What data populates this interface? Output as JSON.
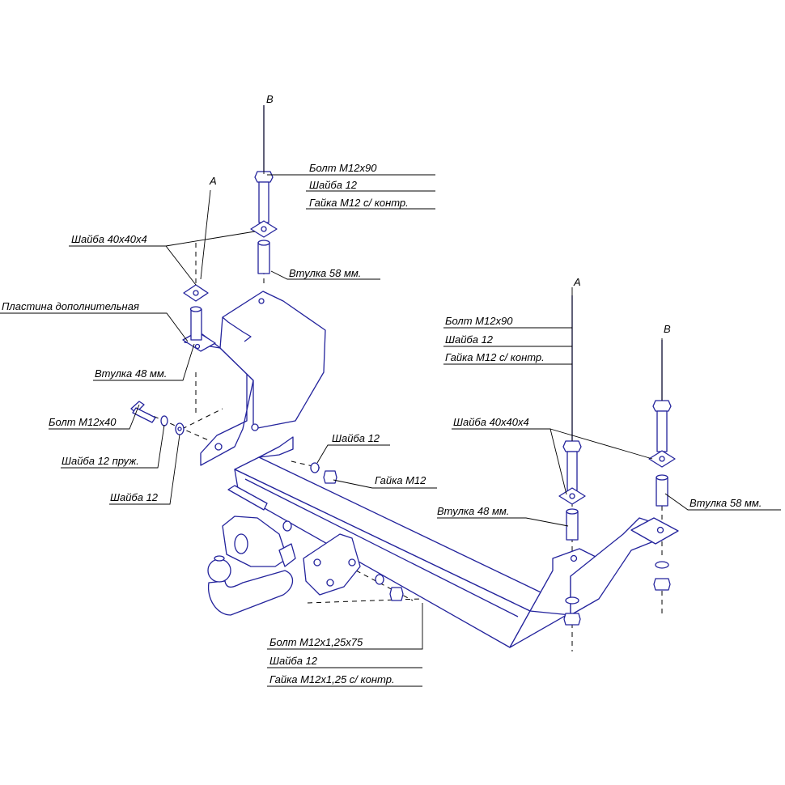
{
  "labels": {
    "b_top": "B",
    "a_left": "A",
    "bolt_m12x90_1": "Болт М12х90",
    "washer_12_1": "Шайба 12",
    "nut_m12_1": "Гайка М12 с/ контр.",
    "washer_40_1": "Шайба 40х40х4",
    "sleeve_58_1": "Втулка 58 мм.",
    "plate_extra": "Пластина дополнительная",
    "sleeve_48_1": "Втулка 48 мм.",
    "bolt_m12x40": "Болт М12х40",
    "washer_12_spring": "Шайба 12 пруж.",
    "washer_12_2": "Шайба 12",
    "washer_12_3": "Шайба 12",
    "nut_m12": "Гайка М12",
    "a_right": "A",
    "bolt_m12x90_2": "Болт М12х90",
    "washer_12_4": "Шайба 12",
    "nut_m12_2": "Гайка М12 с/ контр.",
    "b_right": "B",
    "washer_40_2": "Шайба 40х40х4",
    "sleeve_48_2": "Втулка 48 мм.",
    "sleeve_58_2": "Втулка 58 мм.",
    "bolt_m12x125": "Болт М12х1,25х75",
    "washer_12_5": "Шайба 12",
    "nut_m12x125": "Гайка М12х1,25 с/ контр."
  },
  "colors": {
    "line": "#23239c",
    "leader": "#000000",
    "background": "#ffffff"
  }
}
